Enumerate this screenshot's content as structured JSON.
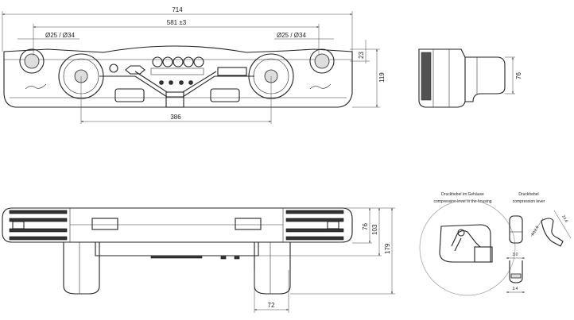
{
  "front_view": {
    "dim_overall_width": "714",
    "dim_mount_spacing": "581 ±3",
    "dim_hole_left": "Ø25 / Ø34",
    "dim_hole_right": "Ø25 / Ø34",
    "dim_top_offset": "23",
    "dim_height": "119",
    "dim_roller_spacing": "386"
  },
  "side_view": {
    "dim_depth": "76"
  },
  "bottom_view": {
    "dim_body_depth": "76",
    "dim_mid_depth": "103",
    "dim_total_depth": "179",
    "dim_leg_width": "72"
  },
  "detail_housing": {
    "label_de": "Druckhebel im Gehäuse",
    "label_en": "compression lever in the housing"
  },
  "detail_lever": {
    "label_de": "Druckhebel",
    "label_en": "compression lever",
    "dim_inner_width": "3.0",
    "dim_outer_width": "3.4",
    "dim_radius": "R12.5",
    "dim_length": "24.6"
  }
}
